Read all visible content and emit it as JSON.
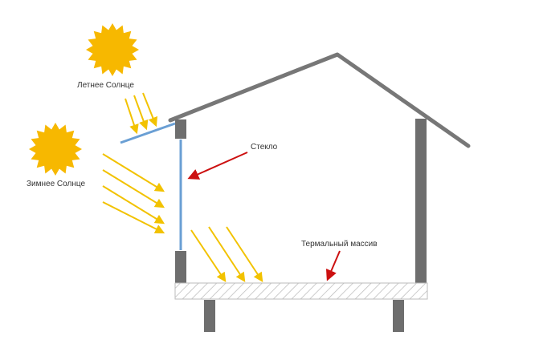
{
  "labels": {
    "summer_sun": "Летнее Солнце",
    "winter_sun": "Зимнее Солнце",
    "glass": "Стекло",
    "thermal_mass": "Термальный массив"
  },
  "colors": {
    "sun": "#F7B800",
    "ray": "#F2C200",
    "roof": "#777777",
    "wall": "#6E6E6E",
    "glass": "#6A9FD4",
    "pointer": "#CC1010",
    "hatch": "#BBBBBB"
  }
}
